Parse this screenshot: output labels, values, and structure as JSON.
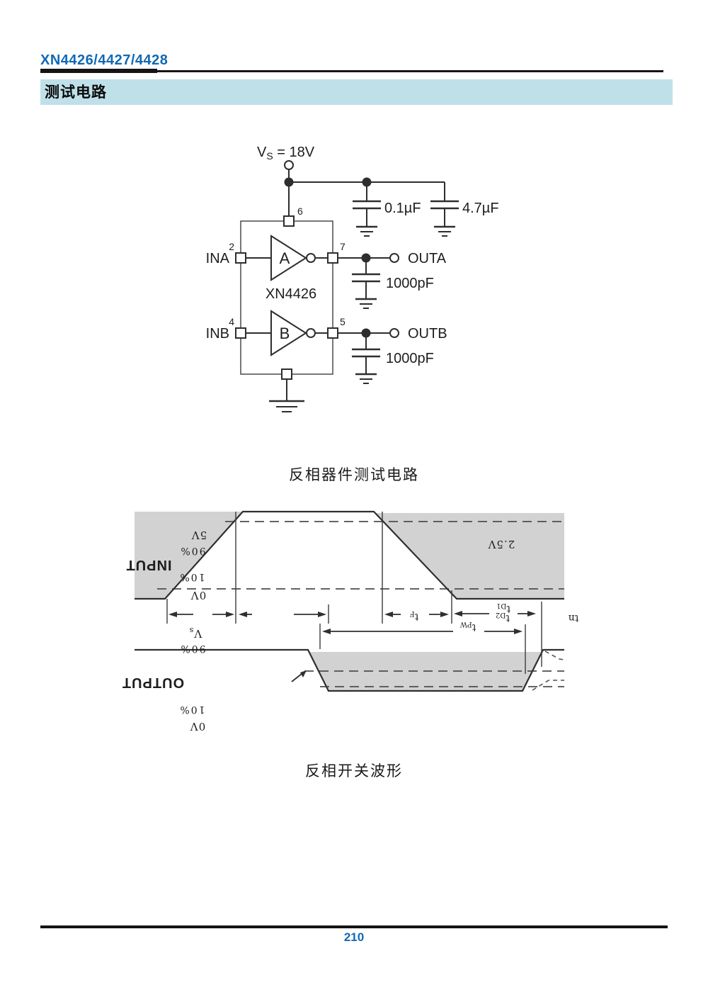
{
  "header": {
    "title": "XN4426/4427/4428",
    "banner": "测试电路"
  },
  "circuit": {
    "supply_v": "V",
    "supply_sub": "S",
    "supply_rest": " = 18V",
    "bypass_cap_1": "0.1µF",
    "bypass_cap_2": "4.7µF",
    "pin6": "6",
    "pin2": "2",
    "pin7": "7",
    "pin4": "4",
    "pin5": "5",
    "gate_a": "A",
    "gate_b": "B",
    "part_number": "XN4426",
    "in_a": "INA",
    "in_b": "INB",
    "out_a": "OUTA",
    "out_b": "OUTB",
    "load_cap_a": "1000pF",
    "load_cap_b": "1000pF",
    "caption": "反相器件测试电路"
  },
  "waveform": {
    "input_label": "INPUT",
    "in_5v": "5V",
    "in_90": "90%",
    "in_10": "10%",
    "in_0v": "0V",
    "mid_level": "2.5V",
    "output_label": "OUTPUT",
    "out_vs_v": "V",
    "out_vs_sub": "s",
    "out_90": "90%",
    "out_10": "10%",
    "out_0v": "0V",
    "t_f_base": "t",
    "t_f_sub": "F",
    "t_d1_base": "t",
    "t_d1_sub": "D1",
    "t_d2_base": "t",
    "t_d2_sub": "D2",
    "t_pw_base": "t",
    "t_pw_sub": "PW",
    "t_n_base": "t",
    "t_n_sub": "n",
    "caption": "反相开关波形"
  },
  "footer": {
    "page_number": "210"
  },
  "colors": {
    "accent_blue": "#1069b4",
    "banner_bg": "#bfe0e9",
    "shade_gray": "#d2d2d2"
  }
}
